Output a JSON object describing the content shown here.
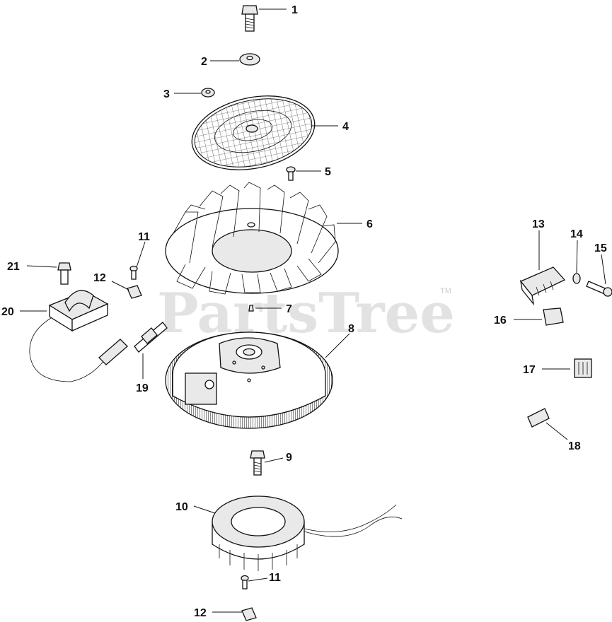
{
  "watermark": {
    "text": "PartsTree",
    "trademark": "TM"
  },
  "callouts": [
    {
      "id": "c1",
      "label": "1"
    },
    {
      "id": "c2",
      "label": "2"
    },
    {
      "id": "c3",
      "label": "3"
    },
    {
      "id": "c4",
      "label": "4"
    },
    {
      "id": "c5",
      "label": "5"
    },
    {
      "id": "c6",
      "label": "6"
    },
    {
      "id": "c7",
      "label": "7"
    },
    {
      "id": "c8",
      "label": "8"
    },
    {
      "id": "c9",
      "label": "9"
    },
    {
      "id": "c10",
      "label": "10"
    },
    {
      "id": "c11a",
      "label": "11"
    },
    {
      "id": "c11b",
      "label": "11"
    },
    {
      "id": "c12a",
      "label": "12"
    },
    {
      "id": "c12b",
      "label": "12"
    },
    {
      "id": "c13",
      "label": "13"
    },
    {
      "id": "c14",
      "label": "14"
    },
    {
      "id": "c15",
      "label": "15"
    },
    {
      "id": "c16",
      "label": "16"
    },
    {
      "id": "c17",
      "label": "17"
    },
    {
      "id": "c18",
      "label": "18"
    },
    {
      "id": "c19",
      "label": "19"
    },
    {
      "id": "c20",
      "label": "20"
    },
    {
      "id": "c21",
      "label": "21"
    }
  ]
}
